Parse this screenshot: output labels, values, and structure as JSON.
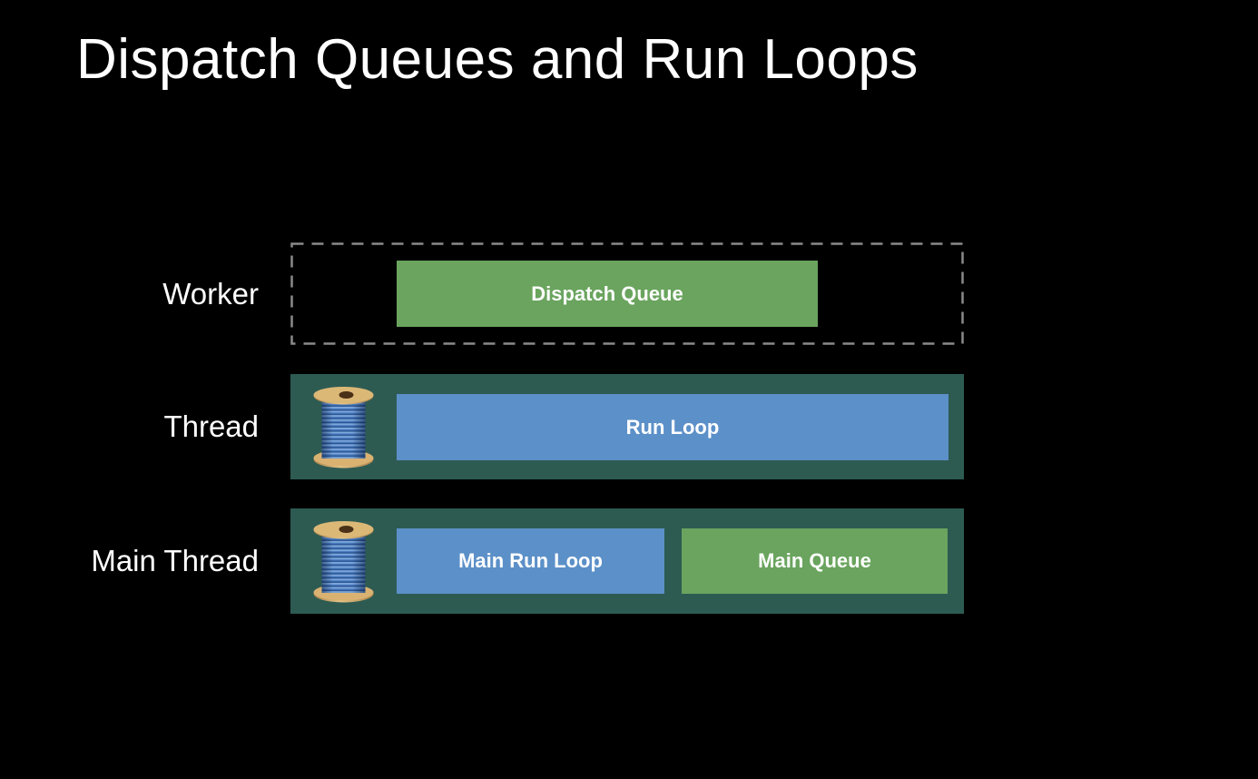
{
  "slide": {
    "title": "Dispatch Queues and Run Loops"
  },
  "colors": {
    "bg": "#000000",
    "text": "#ffffff",
    "accent_green": "#6aa45e",
    "accent_blue": "#5c90c8",
    "thread_container": "#2d5b52",
    "dashed_border": "#8a8a8a"
  },
  "rows": [
    {
      "label": "Worker",
      "container_style": "dashed",
      "items": [
        {
          "label": "Dispatch Queue",
          "color": "green"
        }
      ]
    },
    {
      "label": "Thread",
      "container_style": "solid",
      "icon": "thread-spool-icon",
      "items": [
        {
          "label": "Run Loop",
          "color": "blue"
        }
      ]
    },
    {
      "label": "Main Thread",
      "container_style": "solid",
      "icon": "thread-spool-icon",
      "items": [
        {
          "label": "Main Run Loop",
          "color": "blue"
        },
        {
          "label": "Main Queue",
          "color": "green"
        }
      ]
    }
  ]
}
